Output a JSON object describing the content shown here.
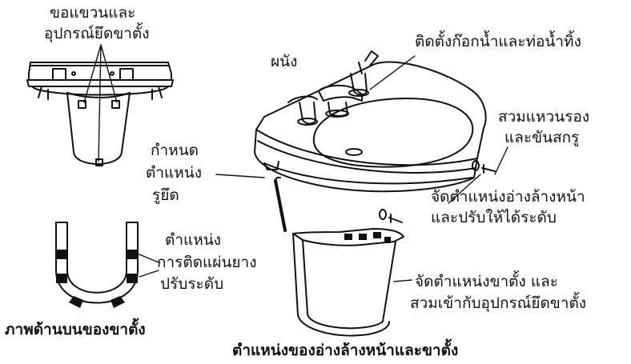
{
  "labels": {
    "hanger_line1": "ขอแขวนและ",
    "hanger_line2": "อุปกรณ์ยึดขาตั้ง",
    "wall": "ผนัง",
    "faucet": "ติดตั้งก๊อกน้ำและท่อน้ำทิ้ง",
    "washer_line1": "สวมแหวนรอง",
    "washer_line2": "และขันสกรู",
    "mark_line1": "กำหนด",
    "mark_line2": "ตำแหน่ง",
    "mark_line3": "รูยึด",
    "position_line1": "จัดตำแหน่งอ่างล้างหน้า",
    "position_line2": "และปรับให้ได้ระดับ",
    "pad_line1": "ตำแหน่ง",
    "pad_line2": "การติดแผ่นยาง",
    "pad_line3": "ปรับระดับ",
    "pedestal_line1": "จัดตำแหน่งขาตั้ง และ",
    "pedestal_line2": "สวมเข้ากับอุปกรณ์ยึดขาตั้ง",
    "top_view_title": "ภาพด้านบนของขาตั้ง",
    "main_title": "ตำแหน่งของอ่างล้างหน้าและขาตั้ง"
  },
  "colors": {
    "ink": "#111111",
    "paper": "#ffffff"
  }
}
